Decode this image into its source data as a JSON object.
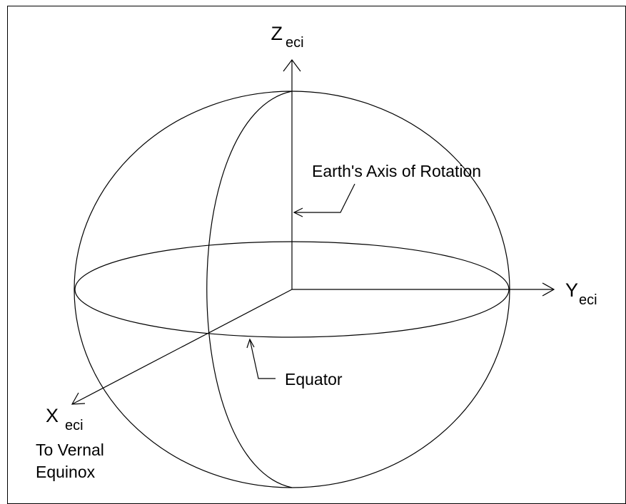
{
  "diagram": {
    "axes": {
      "z": {
        "letter": "Z",
        "subscript": "eci"
      },
      "y": {
        "letter": "Y",
        "subscript": "eci"
      },
      "x": {
        "letter": "X",
        "subscript": "eci"
      }
    },
    "labels": {
      "rotation_axis": "Earth's Axis of Rotation",
      "equator": "Equator",
      "vernal_line1": "To Vernal",
      "vernal_line2": "Equinox"
    },
    "colors": {
      "line": "#000000",
      "background": "#ffffff"
    }
  }
}
